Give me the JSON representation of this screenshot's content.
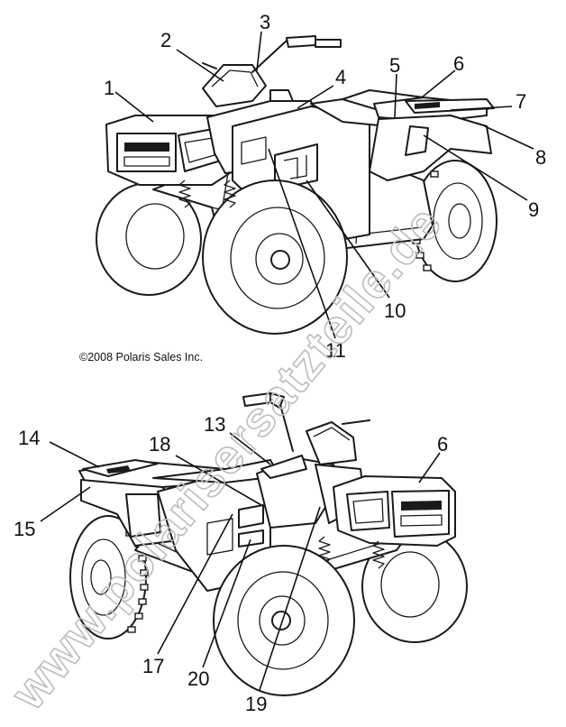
{
  "copyright": "©2008 Polaris Sales Inc.",
  "watermark": "www.polarisersatzteile.de",
  "callouts": {
    "c1": "1",
    "c2": "2",
    "c3": "3",
    "c4": "4",
    "c5": "5",
    "c6": "6",
    "c7": "7",
    "c8": "8",
    "c9": "9",
    "c10": "10",
    "c11": "11",
    "c14": "14",
    "c15": "15",
    "c18": "18",
    "c13": "13",
    "c6b": "6",
    "c17": "17",
    "c20": "20",
    "c19": "19"
  }
}
